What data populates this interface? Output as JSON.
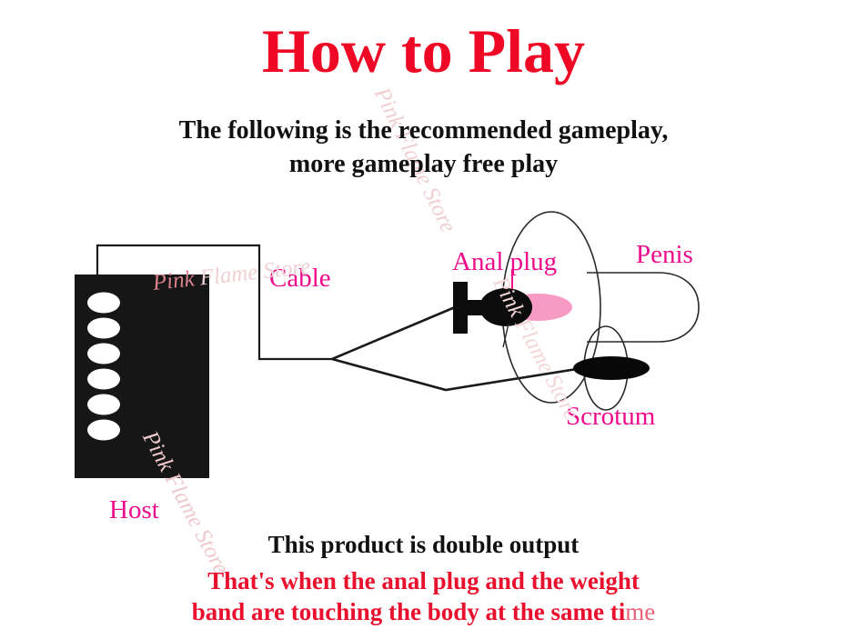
{
  "page": {
    "title": "How to Play",
    "title_color": "#ee0825",
    "subtitle_line1": "The following is the recommended gameplay,",
    "subtitle_line2": "more gameplay free play",
    "footnote_black": "This product is double output",
    "footnote_red_line1": "That's when the anal plug and the weight",
    "footnote_red_line2_bold": "band are touching the body at the same ti",
    "footnote_red_line2_thin": "me",
    "background_color": "#ffffff"
  },
  "diagram": {
    "label_color": "#ec0c8c",
    "labels": {
      "cable": "Cable",
      "anal_plug": "Anal plug",
      "penis": "Penis",
      "scrotum": "Scrotum",
      "host": "Host"
    },
    "host_device": {
      "body_color": "#161616",
      "button_color": "#ffffff",
      "button_count": 6
    },
    "accent_pink": "#f89bc4",
    "outline_color": "#1a1a1a"
  },
  "watermark": {
    "text_part1": "Pink",
    "text_part2": " Flame Store",
    "full_text": "Pink Flame Store",
    "color": "#f0d0d4"
  }
}
